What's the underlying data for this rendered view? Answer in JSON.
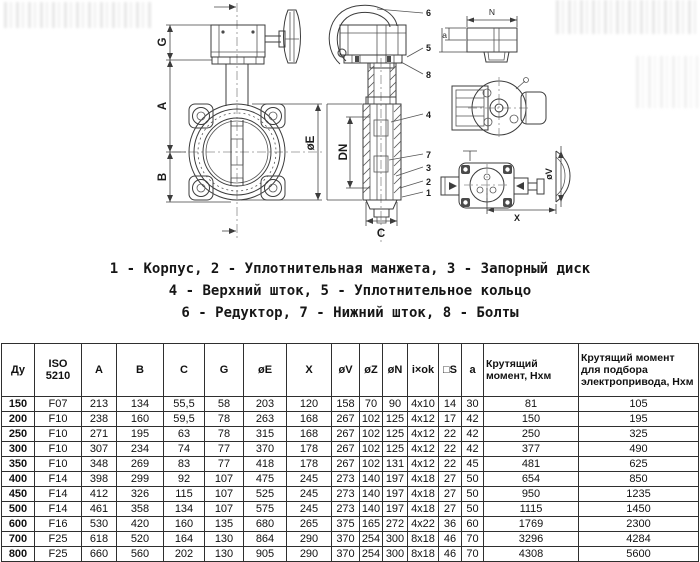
{
  "drawing": {
    "front_view": {
      "dim_g": "G",
      "dim_a": "A",
      "dim_b": "B",
      "dim_de": "øE"
    },
    "side_view": {
      "dim_dn": "DN",
      "dim_c": "C",
      "part_numbers": [
        "6",
        "5",
        "8",
        "4",
        "7",
        "3",
        "2",
        "1"
      ]
    },
    "detail_top": {
      "dim_n": "N",
      "dim_a": "a"
    },
    "detail_bottom": {
      "dim_dv": "øV",
      "dim_x": "X"
    }
  },
  "legend": {
    "line1": "1 - Корпус, 2 - Уплотнительная манжета, 3 - Запорный диск",
    "line2": "4 - Верхний шток, 5 - Уплотнительное кольцо",
    "line3": "6 - Редуктор, 7 - Нижний шток, 8 - Болты"
  },
  "table": {
    "headers": [
      "Ду",
      "ISO 5210",
      "A",
      "B",
      "C",
      "G",
      "øE",
      "X",
      "øV",
      "øZ",
      "øN",
      "i×ok",
      "□S",
      "a",
      "Крутящий момент, Нхм",
      "Крутящий момент для подбора электропривода, Нхм"
    ],
    "rows": [
      [
        "150",
        "F07",
        "213",
        "134",
        "55,5",
        "58",
        "203",
        "120",
        "158",
        "70",
        "90",
        "4x10",
        "14",
        "30",
        "81",
        "105"
      ],
      [
        "200",
        "F10",
        "238",
        "160",
        "59,5",
        "78",
        "263",
        "168",
        "267",
        "102",
        "125",
        "4x12",
        "17",
        "42",
        "150",
        "195"
      ],
      [
        "250",
        "F10",
        "271",
        "195",
        "63",
        "78",
        "315",
        "168",
        "267",
        "102",
        "125",
        "4x12",
        "22",
        "42",
        "250",
        "325"
      ],
      [
        "300",
        "F10",
        "307",
        "234",
        "74",
        "77",
        "370",
        "178",
        "267",
        "102",
        "125",
        "4x12",
        "22",
        "42",
        "377",
        "490"
      ],
      [
        "350",
        "F10",
        "348",
        "269",
        "83",
        "77",
        "418",
        "178",
        "267",
        "102",
        "131",
        "4x12",
        "22",
        "45",
        "481",
        "625"
      ],
      [
        "400",
        "F14",
        "398",
        "299",
        "92",
        "107",
        "475",
        "245",
        "273",
        "140",
        "197",
        "4x18",
        "27",
        "50",
        "654",
        "850"
      ],
      [
        "450",
        "F14",
        "412",
        "326",
        "115",
        "107",
        "525",
        "245",
        "273",
        "140",
        "197",
        "4x18",
        "27",
        "50",
        "950",
        "1235"
      ],
      [
        "500",
        "F14",
        "461",
        "358",
        "134",
        "107",
        "575",
        "245",
        "273",
        "140",
        "197",
        "4x18",
        "27",
        "50",
        "1115",
        "1450"
      ],
      [
        "600",
        "F16",
        "530",
        "420",
        "160",
        "135",
        "680",
        "265",
        "375",
        "165",
        "272",
        "4x22",
        "36",
        "60",
        "1769",
        "2300"
      ],
      [
        "700",
        "F25",
        "618",
        "520",
        "164",
        "130",
        "864",
        "290",
        "370",
        "254",
        "300",
        "8x18",
        "46",
        "70",
        "3296",
        "4284"
      ],
      [
        "800",
        "F25",
        "660",
        "560",
        "202",
        "130",
        "905",
        "290",
        "370",
        "254",
        "300",
        "8x18",
        "46",
        "70",
        "4308",
        "5600"
      ]
    ]
  }
}
